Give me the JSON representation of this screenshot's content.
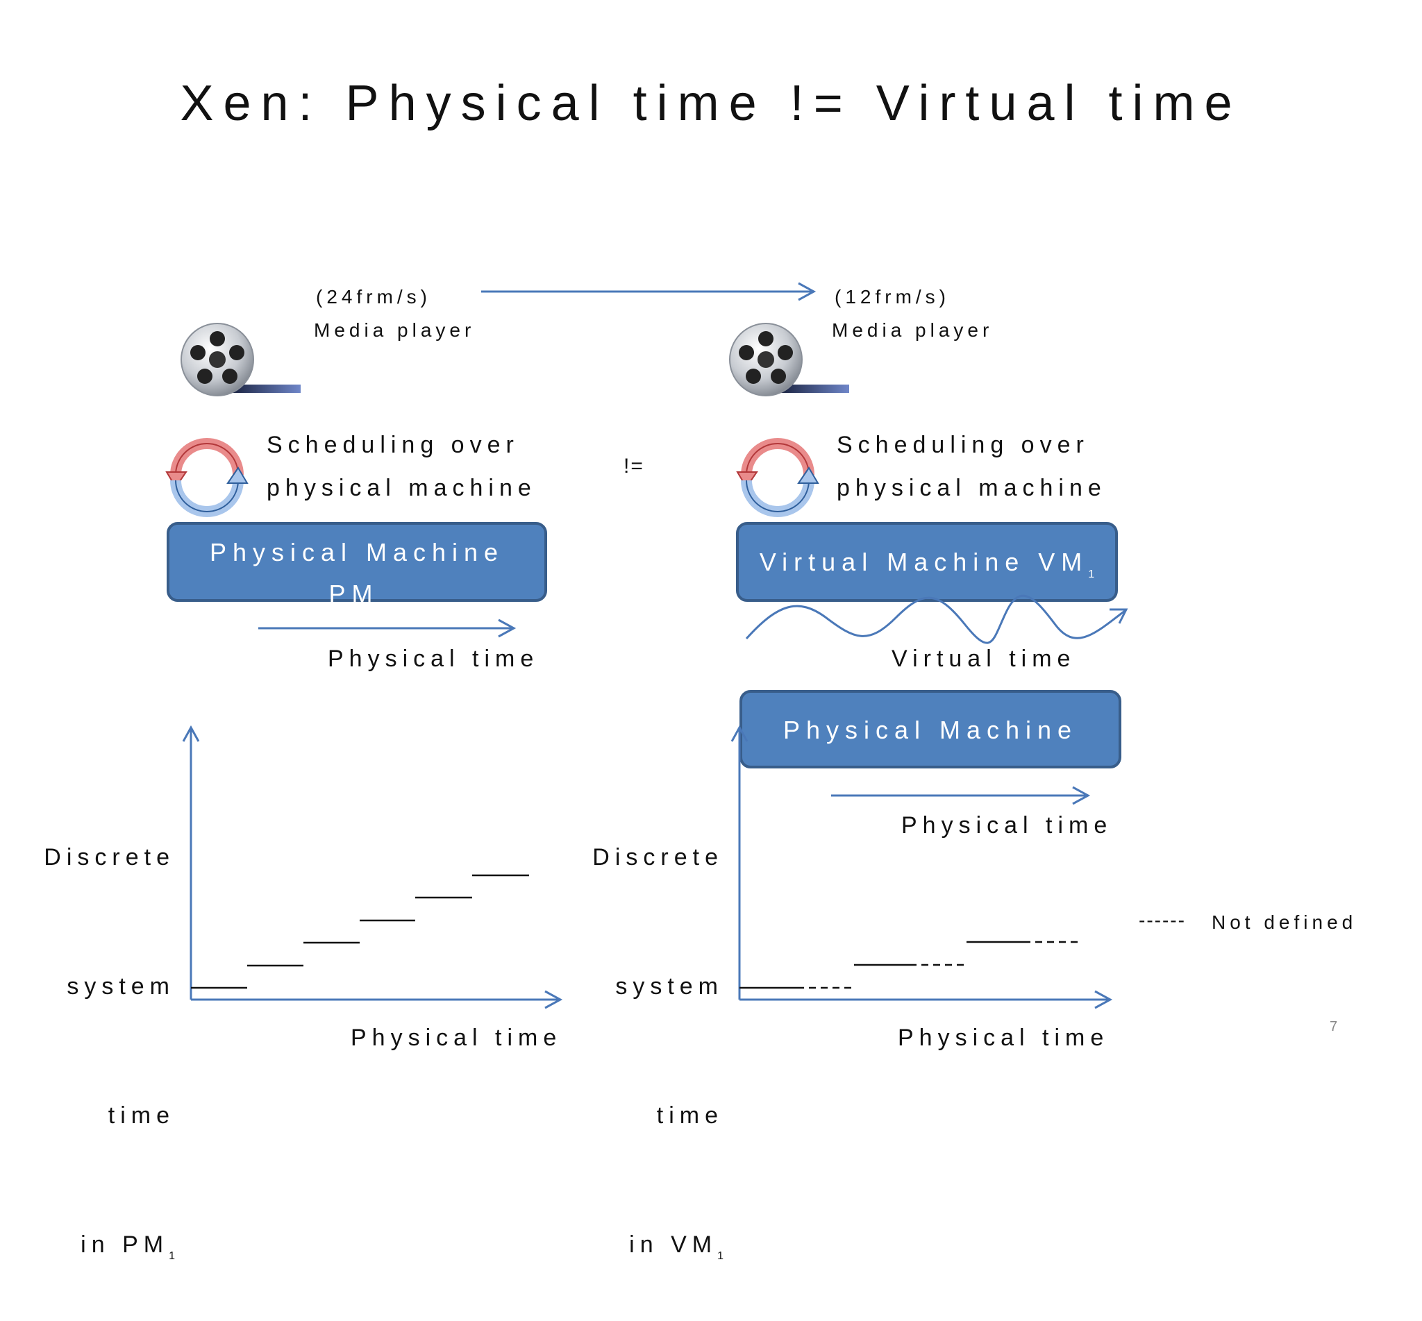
{
  "title": "Xen: Physical time != Virtual time",
  "rate_pm": "(24frm/s)",
  "rate_vm": "(12frm/s)",
  "media_player": "Media player",
  "sched_line1": "Scheduling over",
  "sched_line2": "physical machine",
  "neq": "!=",
  "pm_box_line1": "Physical Machine",
  "pm_box_line2": "PM",
  "vm_box": "Virtual Machine VM",
  "subscript": "1",
  "physical_time": "Physical time",
  "virtual_time": "Virtual time",
  "physical_machine": "Physical Machine",
  "ylabel_pm": [
    "Discrete",
    "system",
    "time",
    "in PM"
  ],
  "ylabel_vm": [
    "Discrete",
    "system",
    "time",
    "in VM"
  ],
  "legend_dash": "------",
  "legend_not_defined": "Not defined",
  "page_number": "7",
  "colors": {
    "box_fill": "#4f81bd",
    "box_border": "#385d8a",
    "arrow": "#4a78b8"
  },
  "icons": [
    "film-reel-icon",
    "cycle-arrows-icon"
  ]
}
